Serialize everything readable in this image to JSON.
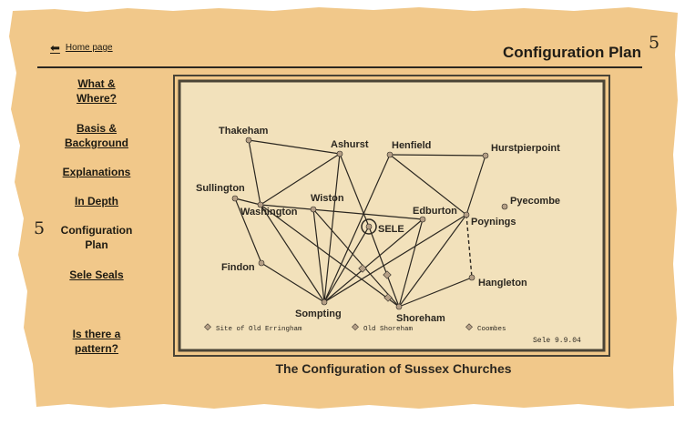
{
  "nav_header": {
    "home_label": "Home page"
  },
  "header": {
    "title": "Configuration Plan",
    "page_number": "5"
  },
  "sidebar": {
    "current_marker": "5",
    "items": [
      {
        "line1": "What &",
        "line2": "Where?"
      },
      {
        "line1": "Basis &",
        "line2": "Background"
      },
      {
        "line1": "Explanations"
      },
      {
        "line1": "In Depth"
      },
      {
        "line1": "Configuration",
        "line2": "Plan"
      },
      {
        "line1": "Sele Seals"
      },
      {
        "line1": "Is there a",
        "line2": "pattern?"
      }
    ]
  },
  "map": {
    "places": [
      {
        "id": "thakeham",
        "label": "Thakeham"
      },
      {
        "id": "ashurst",
        "label": "Ashurst"
      },
      {
        "id": "henfield",
        "label": "Henfield"
      },
      {
        "id": "hurstpierpoint",
        "label": "Hurstpierpoint"
      },
      {
        "id": "sullington",
        "label": "Sullington"
      },
      {
        "id": "washington",
        "label": "Washington"
      },
      {
        "id": "wiston",
        "label": "Wiston"
      },
      {
        "id": "edburton",
        "label": "Edburton"
      },
      {
        "id": "sele",
        "label": "SELE"
      },
      {
        "id": "pyecombe",
        "label": "Pyecombe"
      },
      {
        "id": "poynings",
        "label": "Poynings"
      },
      {
        "id": "findon",
        "label": "Findon"
      },
      {
        "id": "hangleton",
        "label": "Hangleton"
      },
      {
        "id": "sompting",
        "label": "Sompting"
      },
      {
        "id": "shoreham",
        "label": "Shoreham"
      }
    ],
    "links": [
      [
        "thakeham",
        "ashurst"
      ],
      [
        "thakeham",
        "washington"
      ],
      [
        "ashurst",
        "washington"
      ],
      [
        "ashurst",
        "sele"
      ],
      [
        "ashurst",
        "sompting"
      ],
      [
        "henfield",
        "hurstpierpoint"
      ],
      [
        "henfield",
        "sompting"
      ],
      [
        "henfield",
        "poynings"
      ],
      [
        "hurstpierpoint",
        "poynings"
      ],
      [
        "sullington",
        "washington"
      ],
      [
        "sullington",
        "findon"
      ],
      [
        "washington",
        "edburton"
      ],
      [
        "washington",
        "sompting"
      ],
      [
        "washington",
        "shoreham"
      ],
      [
        "wiston",
        "sompting"
      ],
      [
        "wiston",
        "shoreham"
      ],
      [
        "edburton",
        "sompting"
      ],
      [
        "edburton",
        "shoreham"
      ],
      [
        "findon",
        "sompting"
      ],
      [
        "sele",
        "shoreham"
      ],
      [
        "sele",
        "sompting"
      ],
      [
        "shoreham",
        "poynings"
      ],
      [
        "shoreham",
        "hangleton"
      ],
      [
        "sompting",
        "poynings"
      ]
    ],
    "dashed_links": [
      [
        "poynings",
        "hangleton"
      ]
    ],
    "legend": [
      {
        "key": "erringham",
        "label": "Site of Old Erringham"
      },
      {
        "key": "old_shoreham",
        "label": "Old Shoreham"
      },
      {
        "key": "coombes",
        "label": "Coombes"
      }
    ],
    "signature": "Sele 9.9.04"
  },
  "figure_caption": "The Configuration of Sussex Churches",
  "colors": {
    "paper": "#f1c88a",
    "map_bg": "#f2e1bb",
    "ink": "#2b2720",
    "frame": "#4a4436",
    "node": "#b59f86"
  }
}
